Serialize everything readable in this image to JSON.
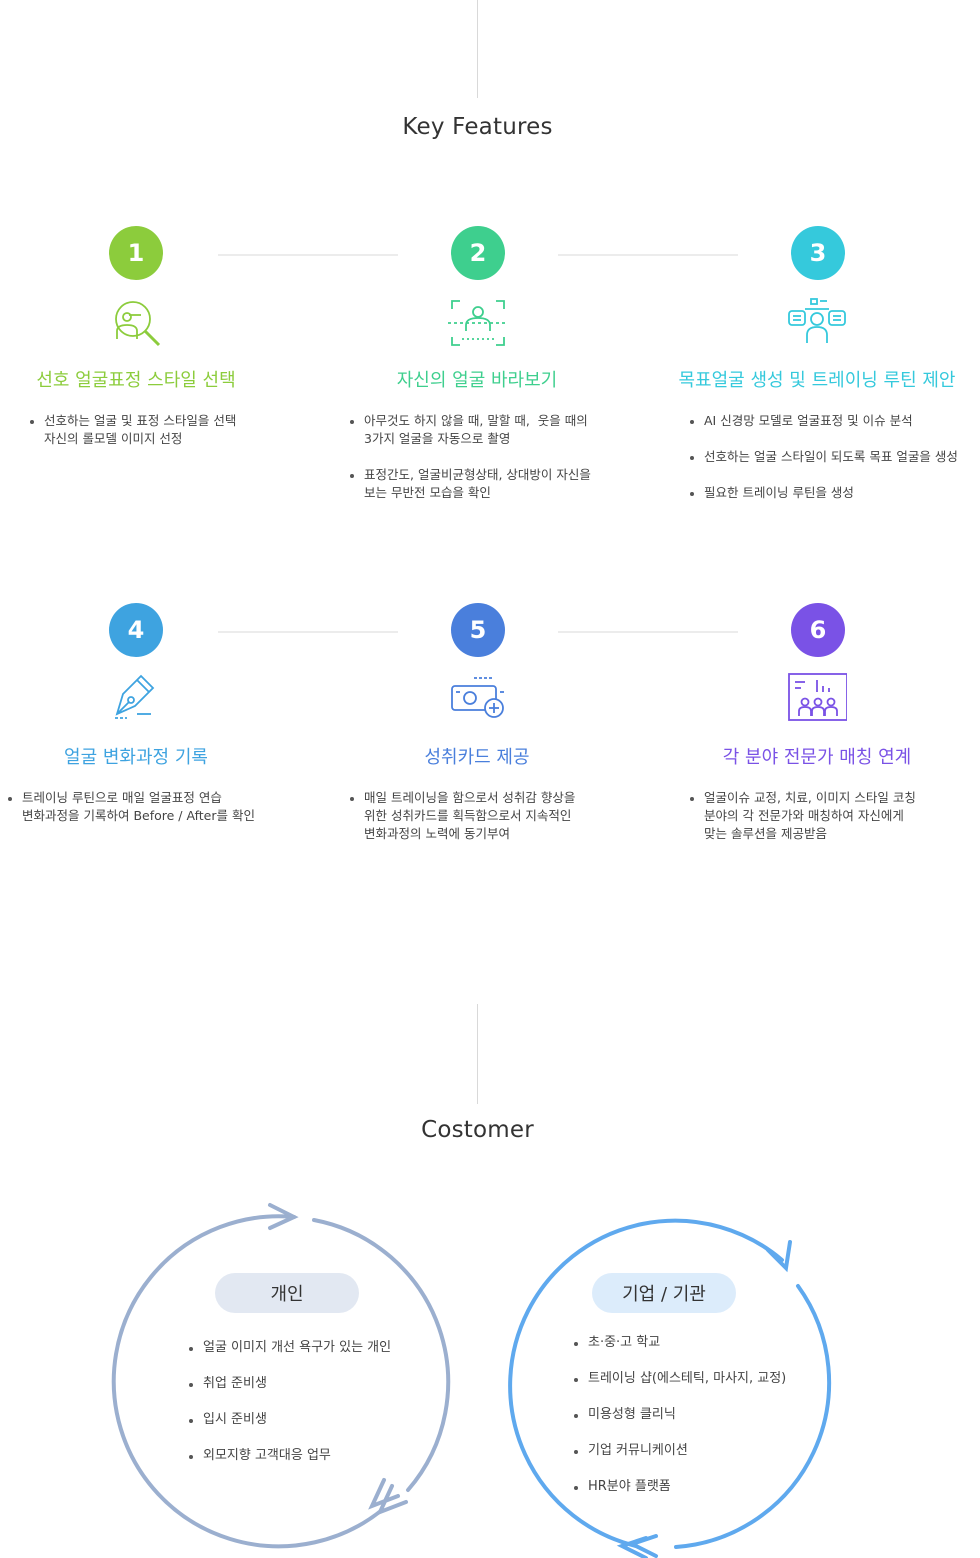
{
  "features": {
    "title": "Key Features",
    "items": [
      {
        "num": "1",
        "color": "#8ccc3c",
        "title": "선호 얼굴표정 스타일 선택",
        "bullets": [
          "선호하는 얼굴 및 표정 스타일을 선택\n자신의 롤모델 이미지 선정"
        ],
        "icon": "face-search-icon"
      },
      {
        "num": "2",
        "color": "#3ecf8e",
        "title": "자신의 얼굴 바라보기",
        "bullets": [
          "아무것도 하지 않을 때, 말할 때,  웃을 때의\n3가지 얼굴을 자동으로 촬영",
          "표정간도, 얼굴비균형상태, 상대방이 자신을\n보는 무반전 모습을 확인"
        ],
        "icon": "face-scan-icon"
      },
      {
        "num": "3",
        "color": "#35c9dc",
        "title": "목표얼굴 생성 및 트레이닝 루틴 제안",
        "bullets": [
          "AI 신경망 모델로 얼굴표정 및 이슈 분석",
          "선호하는 얼굴 스타일이 되도록 목표 얼굴을 생성",
          "필요한 트레이닝 루틴을 생성"
        ],
        "icon": "ai-analysis-icon"
      },
      {
        "num": "4",
        "color": "#3ea3e0",
        "title": "얼굴 변화과정 기록",
        "bullets": [
          "트레이닝 루틴으로 매일 얼굴표정 연습\n변화과정을 기록하여 Before / After를 확인"
        ],
        "icon": "pen-record-icon"
      },
      {
        "num": "5",
        "color": "#4a7fdc",
        "title": "성취카드 제공",
        "bullets": [
          "매일 트레이닝을 함으로서 성취감 향상을\n위한 성취카드를 획득함으로서 지속적인\n변화과정의 노력에 동기부여"
        ],
        "icon": "achievement-card-icon"
      },
      {
        "num": "6",
        "color": "#7a52e6",
        "title": "각 분야 전문가 매칭 연계",
        "bullets": [
          "얼굴이슈 교정, 치료, 이미지 스타일 코칭\n분야의 각 전문가와 매칭하여 자신에게\n맞는 솔루션을 제공받음"
        ],
        "icon": "expert-matching-icon"
      }
    ]
  },
  "customer": {
    "title": "Costomer",
    "individual": {
      "label": "개인",
      "items": [
        "얼굴 이미지 개선 욕구가 있는 개인",
        "취업 준비생",
        "입시 준비생",
        "외모지향 고객대응 업무"
      ]
    },
    "corporate": {
      "label": "기업 / 기관",
      "items": [
        "초·중·고 학교",
        "트레이닝 샵(에스테틱, 마사지, 교정)",
        "미용성형 클리닉",
        "기업 커뮤니케이션",
        "HR분야 플랫폼"
      ]
    }
  },
  "colors": {
    "green": "#8ccc3c",
    "teal": "#3ecf8e",
    "cyan": "#35c9dc",
    "blue": "#3ea3e0",
    "navy": "#4a7fdc",
    "purple": "#7a52e6",
    "individual_circle": "#9bafcf",
    "corporate_circle": "#5fa9ee"
  }
}
